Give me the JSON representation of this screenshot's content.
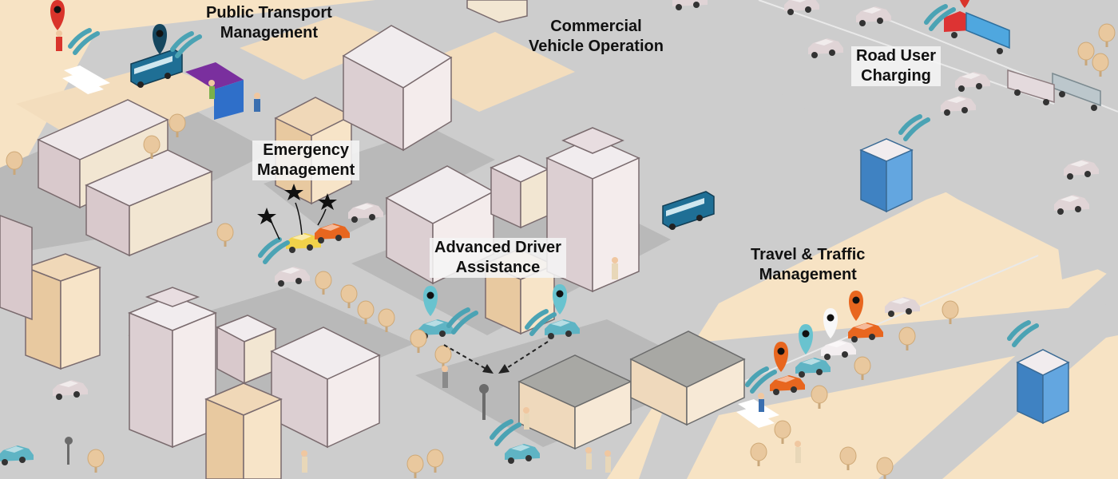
{
  "labels": {
    "public_transport": [
      "Public Transport",
      "Management"
    ],
    "commercial_vehicle": [
      "Commercial",
      "Vehicle Operation"
    ],
    "road_user_charging": [
      "Road User",
      "Charging"
    ],
    "emergency": [
      "Emergency",
      "Management"
    ],
    "adas": [
      "Advanced Driver",
      "Assistance"
    ],
    "travel_traffic": [
      "Travel & Traffic",
      "Management"
    ]
  },
  "colors": {
    "ground": "#f7e3c4",
    "road": "#cdcdcd",
    "building_roof": "#f3eef0",
    "building_side": "#d9c9cc",
    "wifi": "#4ba3b4",
    "bus": "#1f6f95",
    "pin_red": "#d9342b",
    "pin_blue": "#15465e",
    "pin_teal": "#69c3cf",
    "pin_orange": "#e8661f",
    "tower_glass": "#4d95d6",
    "tree": "#e7c79d"
  }
}
